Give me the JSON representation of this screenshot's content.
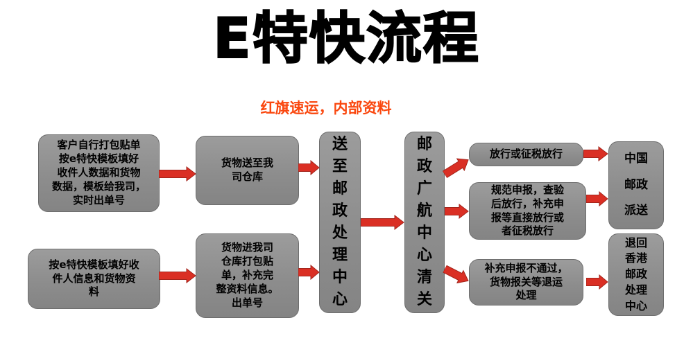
{
  "title": "E特快流程",
  "subtitle": "红旗速运，内部资料",
  "colors": {
    "title": "#000000",
    "subtitle": "#fa470e",
    "box_fill": "#8d8d8d",
    "box_border": "#6d6d6d",
    "arrow": "#da2f24",
    "arrow_border": "#a3251c"
  },
  "boxes": {
    "customer": {
      "text": "客户自行打包贴单\n按e特快模板填好\n收件人数据和货物\n数据，模板给我司，\n实时出单号"
    },
    "fill": {
      "text": "按e特快模板填好收\n件人信息和货物资\n料"
    },
    "deliver": {
      "text": "货物送至我\n司仓库"
    },
    "enter": {
      "text": "货物进我司\n仓库打包贴\n单，补充完\n整资料信息。\n出单号"
    },
    "postal": {
      "text": "送至邮政处理中心"
    },
    "customs": {
      "text": "邮政广航中心清关"
    },
    "release": {
      "text": "放行或征税放行"
    },
    "standard": {
      "text": "规范申报，查验\n后放行，补充申\n报等直接放行或\n者征税放行"
    },
    "fail": {
      "text": "补充申报不通过，\n货物报关等退运\n处理"
    },
    "chinapost": {
      "text": "中国\n邮政\n派送"
    },
    "returnhk": {
      "text": "退回\n香港\n邮政\n处理\n中心"
    }
  },
  "connections": [
    {
      "from": "customer",
      "to": "deliver"
    },
    {
      "from": "deliver",
      "to": "postal"
    },
    {
      "from": "fill",
      "to": "enter"
    },
    {
      "from": "enter",
      "to": "postal"
    },
    {
      "from": "postal",
      "to": "customs"
    },
    {
      "from": "customs",
      "to": "release"
    },
    {
      "from": "customs",
      "to": "standard"
    },
    {
      "from": "customs",
      "to": "fail"
    },
    {
      "from": "release",
      "to": "chinapost"
    },
    {
      "from": "standard",
      "to": "chinapost"
    },
    {
      "from": "fail",
      "to": "returnhk"
    }
  ]
}
